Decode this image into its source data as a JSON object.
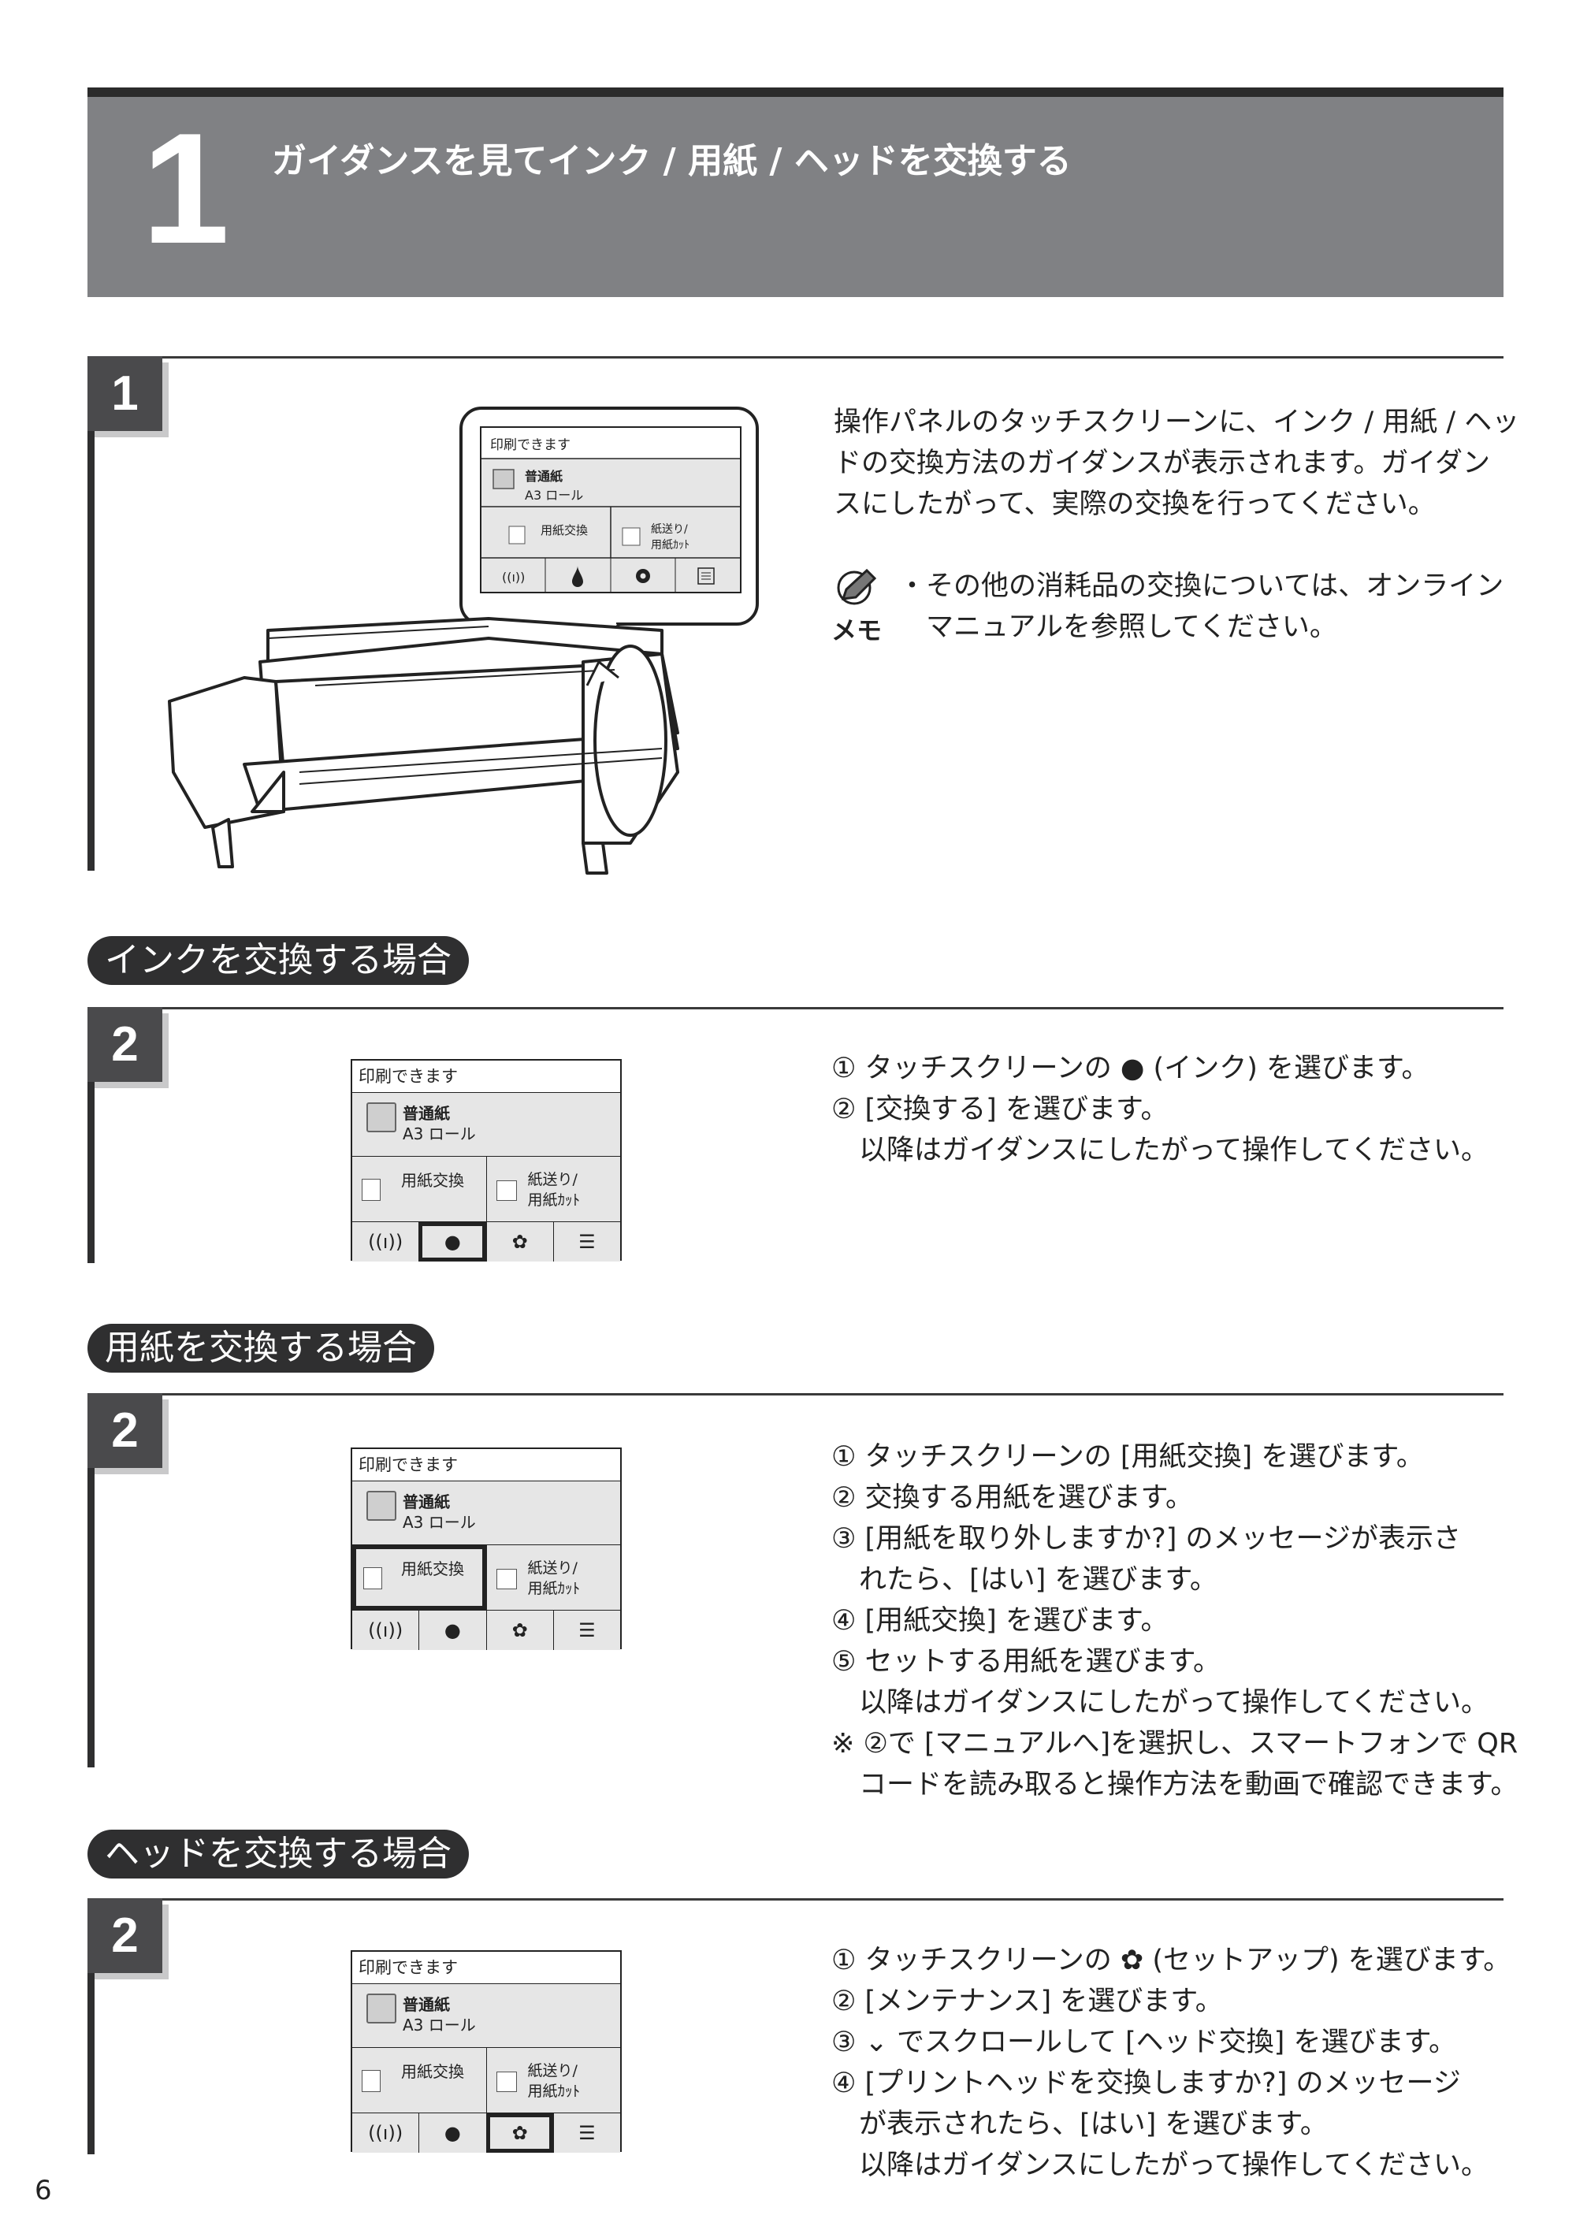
{
  "header": {
    "number": "1",
    "title": "ガイダンスを見てインク / 用紙 / ヘッドを交換する"
  },
  "step1": {
    "num": "1",
    "text": [
      "操作パネルのタッチスクリーンに、インク / 用紙 / ヘッ",
      "ドの交換方法のガイダンスが表示されます。ガイダン",
      "スにしたがって、実際の交換を行ってください。"
    ],
    "memo_label": "メモ",
    "memo_text": [
      "・その他の消耗品の交換については、オンライン",
      "　マニュアルを参照してください。"
    ]
  },
  "panel": {
    "status": "印刷できます",
    "media_type": "普通紙",
    "media_size": "A3 ロール",
    "btn_paper": "用紙交換",
    "btn_feed_1": "紙送り/",
    "btn_feed_2": "用紙ｶｯﾄ"
  },
  "ink": {
    "label": "インクを交換する場合",
    "num": "2",
    "lines": [
      "① タッチスクリーンの ● (インク) を選びます。",
      "② [交換する] を選びます。",
      "　以降はガイダンスにしたがって操作してください。"
    ]
  },
  "paper": {
    "label": "用紙を交換する場合",
    "num": "2",
    "lines": [
      "① タッチスクリーンの [用紙交換] を選びます。",
      "② 交換する用紙を選びます。",
      "③ [用紙を取り外しますか?] のメッセージが表示さ",
      "　れたら、[はい] を選びます。",
      "④ [用紙交換] を選びます。",
      "⑤ セットする用紙を選びます。",
      "　以降はガイダンスにしたがって操作してください。",
      "※ ②で [マニュアルへ]を選択し、スマートフォンで QR",
      "　コードを読み取ると操作方法を動画で確認できます。"
    ]
  },
  "head": {
    "label": "ヘッドを交換する場合",
    "num": "2",
    "lines": [
      "① タッチスクリーンの ✿ (セットアップ) を選びます。",
      "② [メンテナンス] を選びます。",
      "③ ⌄ でスクロールして [ヘッド交換] を選びます。",
      "④ [プリントヘッドを交換しますか?] のメッセージ",
      "　が表示されたら、[はい] を選びます。",
      "　以降はガイダンスにしたがって操作してください。"
    ]
  },
  "page_number": "6"
}
